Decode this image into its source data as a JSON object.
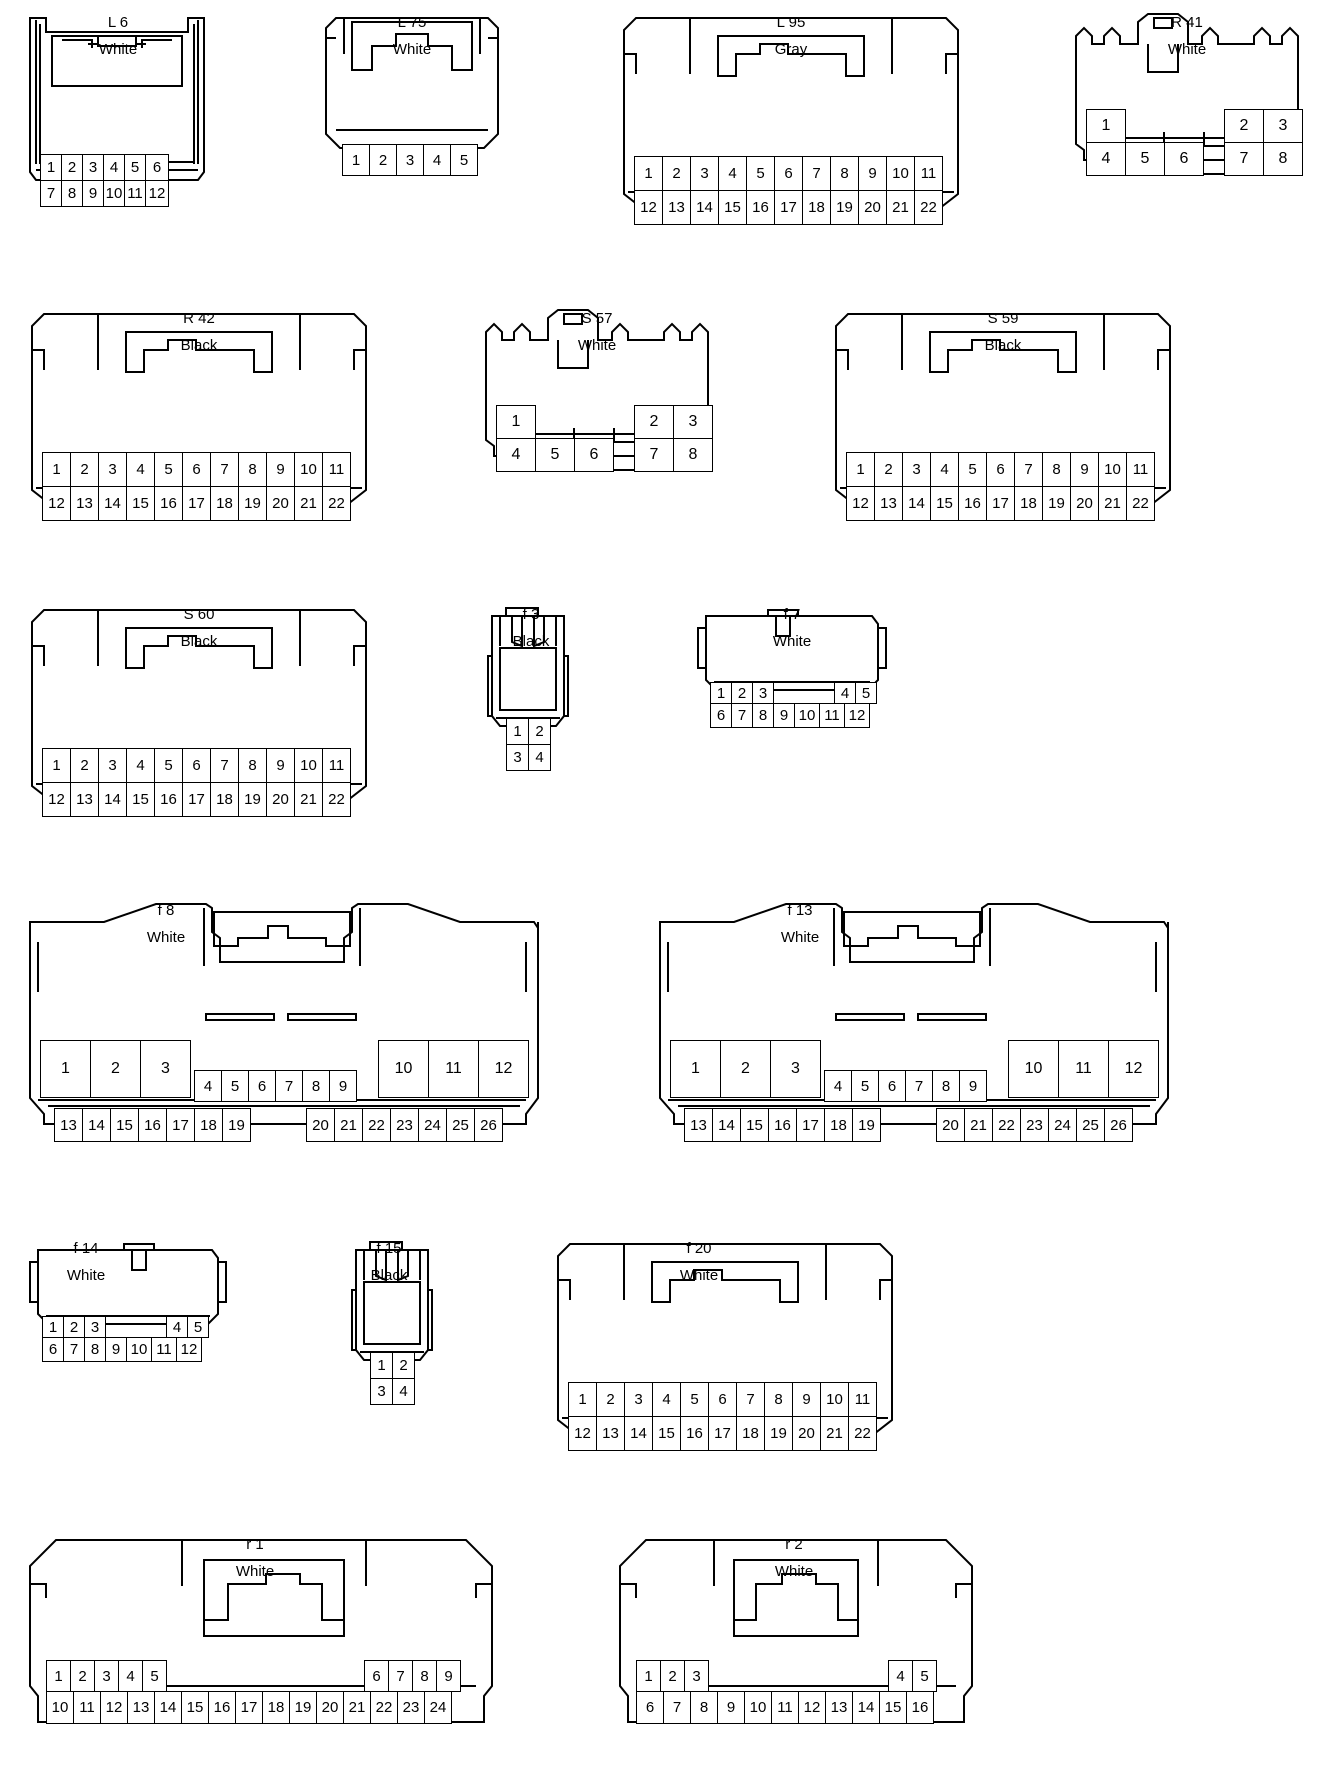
{
  "connectors": [
    {
      "id": "L6",
      "code": "L 6",
      "color": "White",
      "rows": [
        [
          "1",
          "2",
          "3",
          "4",
          "5",
          "6"
        ],
        [
          "7",
          "8",
          "9",
          "10",
          "11",
          "12"
        ]
      ]
    },
    {
      "id": "L75",
      "code": "L 75",
      "color": "White",
      "rows": [
        [
          "1",
          "2",
          "3",
          "4",
          "5"
        ]
      ]
    },
    {
      "id": "L95",
      "code": "L 95",
      "color": "Gray",
      "rows": [
        [
          "1",
          "2",
          "3",
          "4",
          "5",
          "6",
          "7",
          "8",
          "9",
          "10",
          "11"
        ],
        [
          "12",
          "13",
          "14",
          "15",
          "16",
          "17",
          "18",
          "19",
          "20",
          "21",
          "22"
        ]
      ]
    },
    {
      "id": "R41",
      "code": "R 41",
      "color": "White",
      "top": [
        "1",
        "2",
        "3"
      ],
      "bottom": [
        "4",
        "5",
        "6",
        "7",
        "8"
      ]
    },
    {
      "id": "R42",
      "code": "R 42",
      "color": "Black",
      "rows": [
        [
          "1",
          "2",
          "3",
          "4",
          "5",
          "6",
          "7",
          "8",
          "9",
          "10",
          "11"
        ],
        [
          "12",
          "13",
          "14",
          "15",
          "16",
          "17",
          "18",
          "19",
          "20",
          "21",
          "22"
        ]
      ]
    },
    {
      "id": "S57",
      "code": "S 57",
      "color": "White",
      "top": [
        "1",
        "2",
        "3"
      ],
      "bottom": [
        "4",
        "5",
        "6",
        "7",
        "8"
      ]
    },
    {
      "id": "S59",
      "code": "S 59",
      "color": "Black",
      "rows": [
        [
          "1",
          "2",
          "3",
          "4",
          "5",
          "6",
          "7",
          "8",
          "9",
          "10",
          "11"
        ],
        [
          "12",
          "13",
          "14",
          "15",
          "16",
          "17",
          "18",
          "19",
          "20",
          "21",
          "22"
        ]
      ]
    },
    {
      "id": "S60",
      "code": "S 60",
      "color": "Black",
      "rows": [
        [
          "1",
          "2",
          "3",
          "4",
          "5",
          "6",
          "7",
          "8",
          "9",
          "10",
          "11"
        ],
        [
          "12",
          "13",
          "14",
          "15",
          "16",
          "17",
          "18",
          "19",
          "20",
          "21",
          "22"
        ]
      ]
    },
    {
      "id": "f3",
      "code": "f 3",
      "color": "Black",
      "rows": [
        [
          "1",
          "2"
        ],
        [
          "3",
          "4"
        ]
      ]
    },
    {
      "id": "f7",
      "code": "f 7",
      "color": "White",
      "top_left": [
        "1",
        "2",
        "3"
      ],
      "top_right": [
        "4",
        "5"
      ],
      "bottom": [
        "6",
        "7",
        "8",
        "9",
        "10",
        "11",
        "12"
      ]
    },
    {
      "id": "f8",
      "code": "f 8",
      "color": "White",
      "big_left": [
        "1",
        "2",
        "3"
      ],
      "big_right": [
        "10",
        "11",
        "12"
      ],
      "mid": [
        "4",
        "5",
        "6",
        "7",
        "8",
        "9"
      ],
      "bottom_left": [
        "13",
        "14",
        "15",
        "16",
        "17",
        "18",
        "19"
      ],
      "bottom_right": [
        "20",
        "21",
        "22",
        "23",
        "24",
        "25",
        "26"
      ]
    },
    {
      "id": "f13",
      "code": "f 13",
      "color": "White",
      "big_left": [
        "1",
        "2",
        "3"
      ],
      "big_right": [
        "10",
        "11",
        "12"
      ],
      "mid": [
        "4",
        "5",
        "6",
        "7",
        "8",
        "9"
      ],
      "bottom_left": [
        "13",
        "14",
        "15",
        "16",
        "17",
        "18",
        "19"
      ],
      "bottom_right": [
        "20",
        "21",
        "22",
        "23",
        "24",
        "25",
        "26"
      ]
    },
    {
      "id": "f14",
      "code": "f 14",
      "color": "White",
      "top_left": [
        "1",
        "2",
        "3"
      ],
      "top_right": [
        "4",
        "5"
      ],
      "bottom": [
        "6",
        "7",
        "8",
        "9",
        "10",
        "11",
        "12"
      ]
    },
    {
      "id": "f15",
      "code": "f 15",
      "color": "Black",
      "rows": [
        [
          "1",
          "2"
        ],
        [
          "3",
          "4"
        ]
      ]
    },
    {
      "id": "f20",
      "code": "f 20",
      "color": "White",
      "rows": [
        [
          "1",
          "2",
          "3",
          "4",
          "5",
          "6",
          "7",
          "8",
          "9",
          "10",
          "11"
        ],
        [
          "12",
          "13",
          "14",
          "15",
          "16",
          "17",
          "18",
          "19",
          "20",
          "21",
          "22"
        ]
      ]
    },
    {
      "id": "r1",
      "code": "r 1",
      "color": "White",
      "top_left": [
        "1",
        "2",
        "3",
        "4",
        "5"
      ],
      "top_right": [
        "6",
        "7",
        "8",
        "9"
      ],
      "bottom": [
        "10",
        "11",
        "12",
        "13",
        "14",
        "15",
        "16",
        "17",
        "18",
        "19",
        "20",
        "21",
        "22",
        "23",
        "24"
      ]
    },
    {
      "id": "r2",
      "code": "r 2",
      "color": "White",
      "top_left": [
        "1",
        "2",
        "3"
      ],
      "top_right": [
        "4",
        "5"
      ],
      "bottom": [
        "6",
        "7",
        "8",
        "9",
        "10",
        "11",
        "12",
        "13",
        "14",
        "15",
        "16"
      ]
    }
  ]
}
